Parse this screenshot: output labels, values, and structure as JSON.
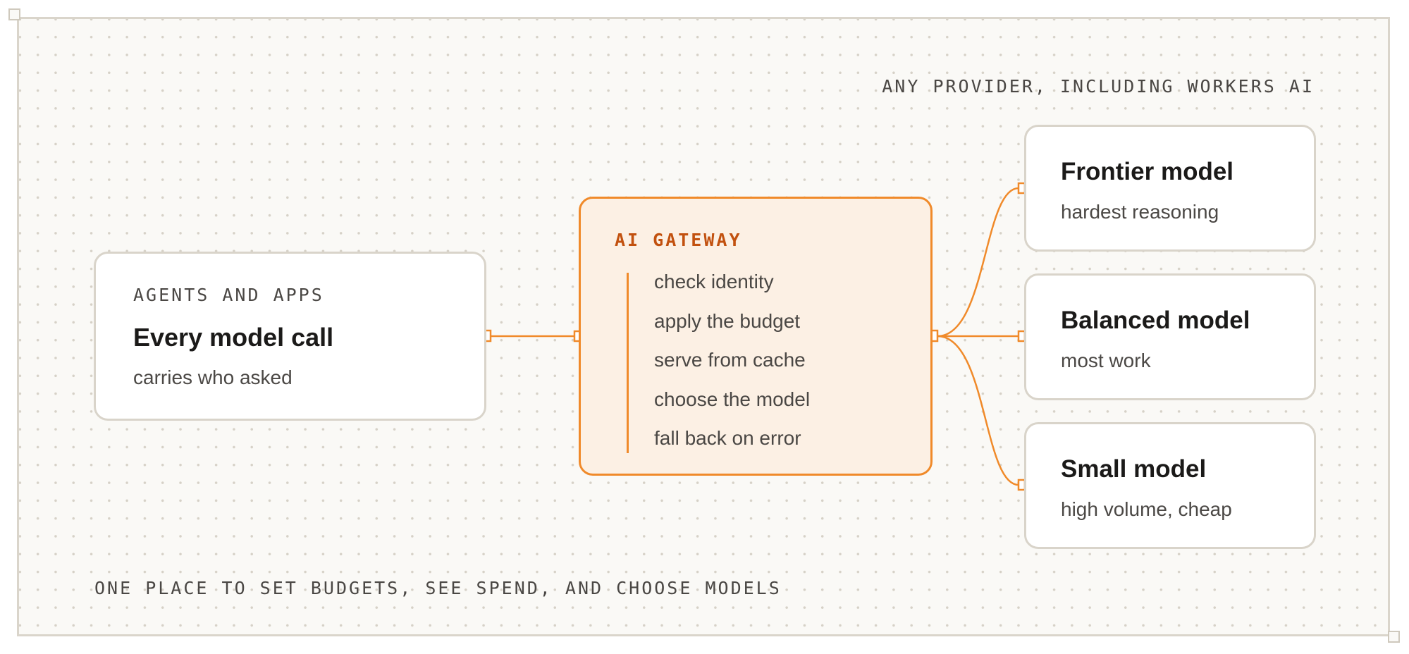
{
  "header_note": "ANY PROVIDER, INCLUDING WORKERS AI",
  "footer_note": "ONE PLACE TO SET BUDGETS, SEE SPEND, AND CHOOSE MODELS",
  "source": {
    "kicker": "AGENTS AND APPS",
    "title": "Every model call",
    "subtitle": "carries who asked"
  },
  "gateway": {
    "kicker": "AI GATEWAY",
    "steps": [
      "check identity",
      "apply the budget",
      "serve from cache",
      "choose the model",
      "fall back on error"
    ]
  },
  "models": [
    {
      "title": "Frontier model",
      "subtitle": "hardest reasoning"
    },
    {
      "title": "Balanced model",
      "subtitle": "most work"
    },
    {
      "title": "Small model",
      "subtitle": "high volume, cheap"
    }
  ],
  "colors": {
    "accent": "#f08a2a",
    "accent_text": "#c2510f",
    "gateway_fill": "#fcf0e4",
    "card_border": "#d9d4ca",
    "background": "#faf9f6"
  }
}
